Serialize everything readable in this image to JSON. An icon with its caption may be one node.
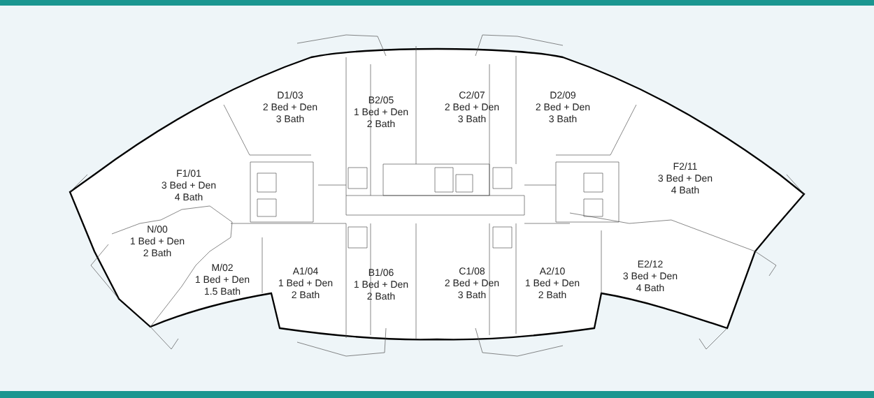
{
  "diagram": {
    "nodes": [
      {
        "text": [
          "F1/01",
          "3 Bed + Den",
          "4 Bath"
        ]
      },
      {
        "text": [
          "D1/03",
          "2 Bed + Den",
          "3 Bath"
        ]
      },
      {
        "text": [
          "B2/05",
          "1 Bed + Den",
          "2 Bath"
        ]
      },
      {
        "text": [
          "C2/07",
          "2 Bed + Den",
          "3 Bath"
        ]
      },
      {
        "text": [
          "D2/09",
          "2 Bed + Den",
          "3 Bath"
        ]
      },
      {
        "text": [
          "F2/11",
          "3 Bed + Den",
          "4 Bath"
        ]
      },
      {
        "text": [
          "N/00",
          "1 Bed + Den",
          "2 Bath"
        ]
      },
      {
        "text": [
          "M/02",
          "1 Bed + Den",
          "1.5 Bath"
        ]
      },
      {
        "text": [
          "A1/04",
          "1 Bed + Den",
          "2 Bath"
        ]
      },
      {
        "text": [
          "B1/06",
          "1 Bed + Den",
          "2 Bath"
        ]
      },
      {
        "text": [
          "C1/08",
          "2 Bed + Den",
          "3 Bath"
        ]
      },
      {
        "text": [
          "A2/10",
          "1 Bed + Den",
          "2 Bath"
        ]
      },
      {
        "text": [
          "E2/12",
          "3 Bed + Den",
          "4 Bath"
        ]
      }
    ]
  }
}
